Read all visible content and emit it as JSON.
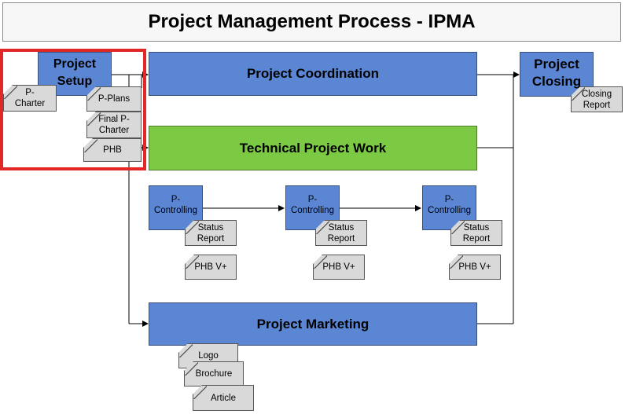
{
  "title": "Project Management Process - IPMA",
  "processes": {
    "setup": "Project\nSetup",
    "coordination": "Project Coordination",
    "technical": "Technical Project Work",
    "marketing": "Project Marketing",
    "closing": "Project\nClosing"
  },
  "documents": {
    "p_charter": "P-\nCharter",
    "p_plans": "P-Plans",
    "final_p_charter": "Final P-\nCharter",
    "phb": "PHB",
    "closing_report": "Closing\nReport",
    "status_report": "Status\nReport",
    "phb_v": "PHB V+",
    "logo": "Logo",
    "brochure": "Brochure",
    "article": "Article"
  },
  "controlling": [
    "P-\nControlling",
    "P-\nControlling",
    "P-\nControlling"
  ],
  "colors": {
    "process_blue": "#5b86d4",
    "technical_green": "#7cc943",
    "document_gray": "#d9d9d9",
    "highlight_red": "#e32626"
  }
}
